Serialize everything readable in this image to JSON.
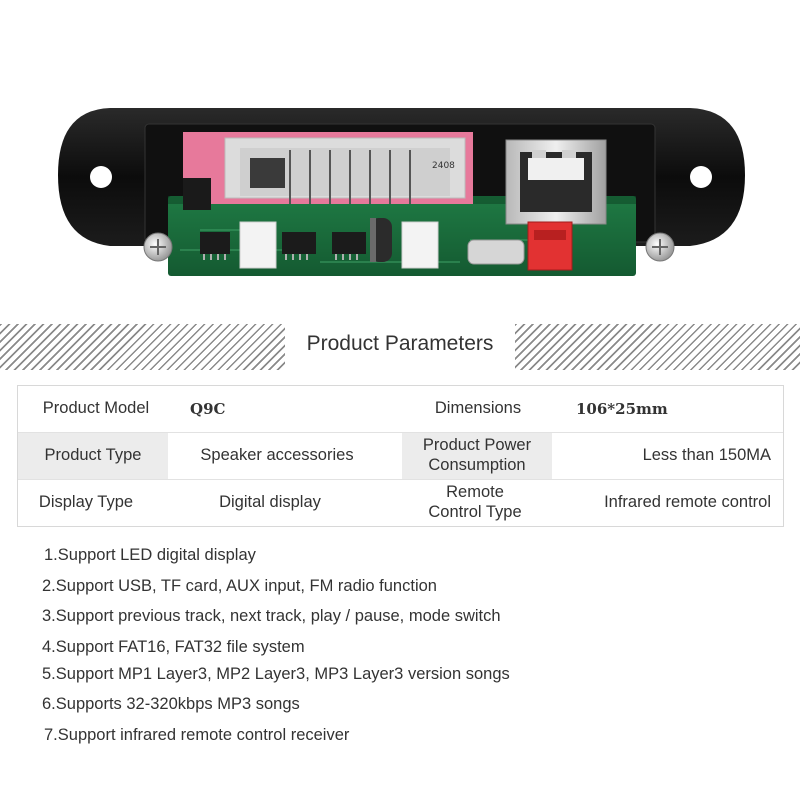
{
  "section_title": "Product Parameters",
  "board_marking": "2408",
  "parameters": [
    {
      "label": "Product Model",
      "value": "Q9C"
    },
    {
      "label": "Dimensions",
      "value": "106*25mm"
    },
    {
      "label": "Product Type",
      "value": "Speaker accessories"
    },
    {
      "label": "Product Power Consumption",
      "value": "Less than 150MA"
    },
    {
      "label": "Display Type",
      "value": "Digital display"
    },
    {
      "label": "Remote Control Type",
      "value": "Infrared remote control"
    }
  ],
  "features": [
    "1.Support LED digital display",
    "2.Support USB, TF card, AUX input, FM radio function",
    "3.Support previous track, next track, play / pause, mode switch",
    "4.Support FAT16, FAT32 file system",
    "5.Support MP1 Layer3, MP2 Layer3, MP3 Layer3 version songs",
    "6.Supports 32-320kbps MP3 songs",
    "7.Support infrared remote control receiver"
  ]
}
